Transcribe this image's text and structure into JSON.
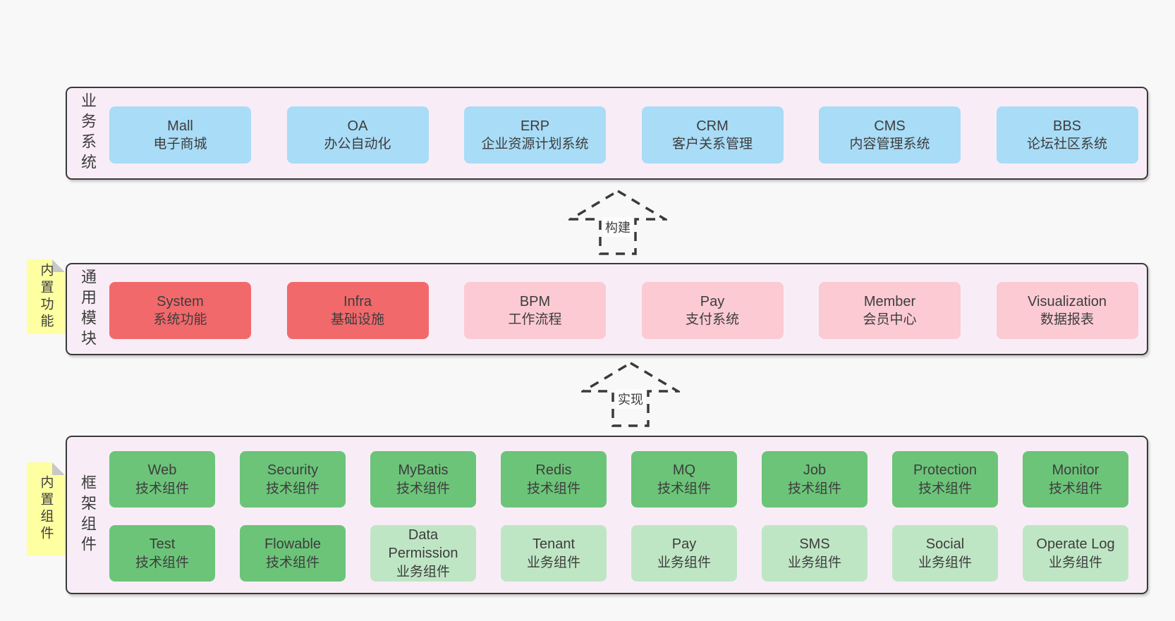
{
  "colors": {
    "page-bg": "#f8f8f8",
    "panel-bg": "#f8edf6",
    "panel-border": "#3a3a3a",
    "text": "#3d3d3d",
    "blue": "#a9dcf6",
    "red": "#f2696b",
    "pink": "#fbcad3",
    "green": "#6cc479",
    "green-light": "#bfe6c4",
    "note-yellow": "#feffa0",
    "note-fold": "#c8c8c8"
  },
  "layers": {
    "business": {
      "label": "业务系统",
      "boxes": [
        {
          "en": "Mall",
          "zh": "电子商城",
          "type": "blue"
        },
        {
          "en": "OA",
          "zh": "办公自动化",
          "type": "blue"
        },
        {
          "en": "ERP",
          "zh": "企业资源计划系统",
          "type": "blue"
        },
        {
          "en": "CRM",
          "zh": "客户关系管理",
          "type": "blue"
        },
        {
          "en": "CMS",
          "zh": "内容管理系统",
          "type": "blue"
        },
        {
          "en": "BBS",
          "zh": "论坛社区系统",
          "type": "blue"
        }
      ]
    },
    "modules": {
      "label": "通用模块",
      "note": "内置功能",
      "boxes": [
        {
          "en": "System",
          "zh": "系统功能",
          "type": "red"
        },
        {
          "en": "Infra",
          "zh": "基础设施",
          "type": "red"
        },
        {
          "en": "BPM",
          "zh": "工作流程",
          "type": "pink"
        },
        {
          "en": "Pay",
          "zh": "支付系统",
          "type": "pink"
        },
        {
          "en": "Member",
          "zh": "会员中心",
          "type": "pink"
        },
        {
          "en": "Visualization",
          "zh": "数据报表",
          "type": "pink"
        }
      ]
    },
    "components": {
      "label": "框架组件",
      "note": "内置组件",
      "boxes": [
        {
          "en": "Web",
          "zh": "技术组件",
          "type": "green"
        },
        {
          "en": "Security",
          "zh": "技术组件",
          "type": "green"
        },
        {
          "en": "MyBatis",
          "zh": "技术组件",
          "type": "green"
        },
        {
          "en": "Redis",
          "zh": "技术组件",
          "type": "green"
        },
        {
          "en": "MQ",
          "zh": "技术组件",
          "type": "green"
        },
        {
          "en": "Job",
          "zh": "技术组件",
          "type": "green"
        },
        {
          "en": "Protection",
          "zh": "技术组件",
          "type": "green"
        },
        {
          "en": "Monitor",
          "zh": "技术组件",
          "type": "green"
        },
        {
          "en": "Test",
          "zh": "技术组件",
          "type": "green"
        },
        {
          "en": "Flowable",
          "zh": "技术组件",
          "type": "green"
        },
        {
          "en": "Data Permission",
          "zh": "业务组件",
          "type": "green-light"
        },
        {
          "en": "Tenant",
          "zh": "业务组件",
          "type": "green-light"
        },
        {
          "en": "Pay",
          "zh": "业务组件",
          "type": "green-light"
        },
        {
          "en": "SMS",
          "zh": "业务组件",
          "type": "green-light"
        },
        {
          "en": "Social",
          "zh": "业务组件",
          "type": "green-light"
        },
        {
          "en": "Operate Log",
          "zh": "业务组件",
          "type": "green-light"
        }
      ]
    }
  },
  "arrows": [
    {
      "label": "构建"
    },
    {
      "label": "实现"
    }
  ]
}
